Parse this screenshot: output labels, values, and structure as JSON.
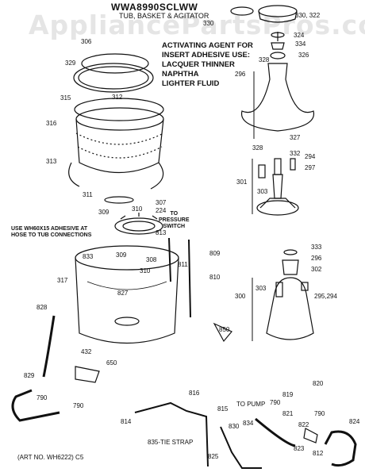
{
  "header": {
    "model": "WWA8990SCLWW",
    "subtitle": "TUB, BASKET & AGITATOR",
    "watermark": "AppliancePartsPros.com"
  },
  "notes": {
    "activating_agent": [
      "ACTIVATING AGENT FOR",
      "INSERT ADHESIVE USE:",
      "LACQUER THINNER",
      "NAPHTHA",
      "LIGHTER FLUID"
    ],
    "adhesive": [
      "USE WH60X15 ADHESIVE AT",
      "HOSE TO TUB CONNECTIONS"
    ],
    "pressure_switch": [
      "TO",
      "PRESSURE",
      "SWITCH"
    ],
    "to_pump": "TO PUMP",
    "tie_strap": "835-TIE STRAP",
    "art_no": "(ART NO. WH6222)  C5"
  },
  "callouts": [
    {
      "id": "c-330",
      "text": "330"
    },
    {
      "id": "c-322",
      "text": "330, 322"
    },
    {
      "id": "c-324",
      "text": "324"
    },
    {
      "id": "c-334",
      "text": "334"
    },
    {
      "id": "c-326",
      "text": "326"
    },
    {
      "id": "c-328a",
      "text": "328"
    },
    {
      "id": "c-296a",
      "text": "296"
    },
    {
      "id": "c-306",
      "text": "306"
    },
    {
      "id": "c-329",
      "text": "329"
    },
    {
      "id": "c-312",
      "text": "312"
    },
    {
      "id": "c-315",
      "text": "315"
    },
    {
      "id": "c-316",
      "text": "316"
    },
    {
      "id": "c-313",
      "text": "313"
    },
    {
      "id": "c-311",
      "text": "311"
    },
    {
      "id": "c-327",
      "text": "327"
    },
    {
      "id": "c-328b",
      "text": "328"
    },
    {
      "id": "c-332",
      "text": "332"
    },
    {
      "id": "c-294a",
      "text": "294"
    },
    {
      "id": "c-297",
      "text": "297"
    },
    {
      "id": "c-301",
      "text": "301"
    },
    {
      "id": "c-303a",
      "text": "303"
    },
    {
      "id": "c-307",
      "text": "307"
    },
    {
      "id": "c-224",
      "text": "224"
    },
    {
      "id": "c-309a",
      "text": "309"
    },
    {
      "id": "c-310a",
      "text": "310"
    },
    {
      "id": "c-813",
      "text": "813"
    },
    {
      "id": "c-833",
      "text": "833"
    },
    {
      "id": "c-309b",
      "text": "309"
    },
    {
      "id": "c-308",
      "text": "308"
    },
    {
      "id": "c-310b",
      "text": "310"
    },
    {
      "id": "c-811",
      "text": "811"
    },
    {
      "id": "c-809",
      "text": "809"
    },
    {
      "id": "c-810",
      "text": "810"
    },
    {
      "id": "c-333",
      "text": "333"
    },
    {
      "id": "c-296b",
      "text": "296"
    },
    {
      "id": "c-302",
      "text": "302"
    },
    {
      "id": "c-303b",
      "text": "303"
    },
    {
      "id": "c-300",
      "text": "300"
    },
    {
      "id": "c-295",
      "text": "295,294"
    },
    {
      "id": "c-317",
      "text": "317"
    },
    {
      "id": "c-827",
      "text": "827"
    },
    {
      "id": "c-828",
      "text": "828"
    },
    {
      "id": "c-850",
      "text": "850"
    },
    {
      "id": "c-432",
      "text": "432"
    },
    {
      "id": "c-650",
      "text": "650"
    },
    {
      "id": "c-829",
      "text": "829"
    },
    {
      "id": "c-790a",
      "text": "790"
    },
    {
      "id": "c-790b",
      "text": "790"
    },
    {
      "id": "c-816",
      "text": "816"
    },
    {
      "id": "c-814",
      "text": "814"
    },
    {
      "id": "c-815",
      "text": "815"
    },
    {
      "id": "c-830",
      "text": "830"
    },
    {
      "id": "c-834",
      "text": "834"
    },
    {
      "id": "c-825",
      "text": "825"
    },
    {
      "id": "c-790c",
      "text": "790"
    },
    {
      "id": "c-821",
      "text": "821"
    },
    {
      "id": "c-819",
      "text": "819"
    },
    {
      "id": "c-820",
      "text": "820"
    },
    {
      "id": "c-790d",
      "text": "790"
    },
    {
      "id": "c-822",
      "text": "822"
    },
    {
      "id": "c-823",
      "text": "823"
    },
    {
      "id": "c-812",
      "text": "812"
    },
    {
      "id": "c-824",
      "text": "824"
    }
  ]
}
